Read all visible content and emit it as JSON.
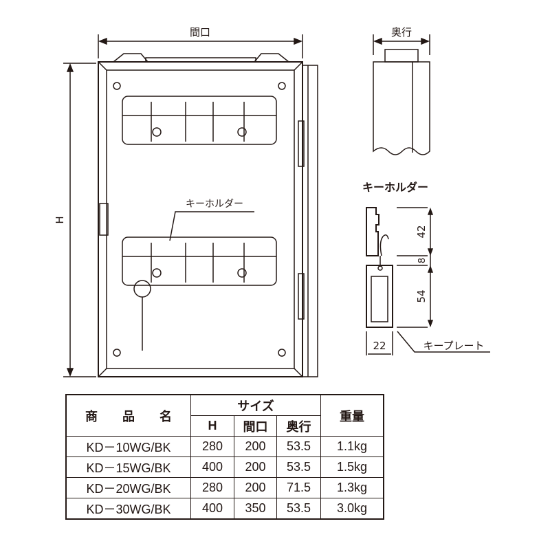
{
  "diagram": {
    "width_label": "間口",
    "height_label": "H",
    "depth_label": "奥行",
    "key_holder_label": "キーホルダー",
    "key_holder_callout": "キーホルダー",
    "key_plate_label": "キープレート",
    "dim_holder": "42",
    "dim_gap": "8",
    "dim_plate": "54",
    "dim_width": "22"
  },
  "table": {
    "headers": {
      "name": "商　　品　　名",
      "size": "サイズ",
      "h": "H",
      "width": "間口",
      "depth": "奥行",
      "weight": "重量"
    },
    "rows": [
      {
        "name": "KD－10WG/BK",
        "h": "280",
        "width": "200",
        "depth": "53.5",
        "weight": "1.1kg"
      },
      {
        "name": "KD－15WG/BK",
        "h": "400",
        "width": "200",
        "depth": "53.5",
        "weight": "1.5kg"
      },
      {
        "name": "KD－20WG/BK",
        "h": "280",
        "width": "200",
        "depth": "71.5",
        "weight": "1.3kg"
      },
      {
        "name": "KD－30WG/BK",
        "h": "400",
        "width": "350",
        "depth": "53.5",
        "weight": "3.0kg"
      }
    ]
  }
}
